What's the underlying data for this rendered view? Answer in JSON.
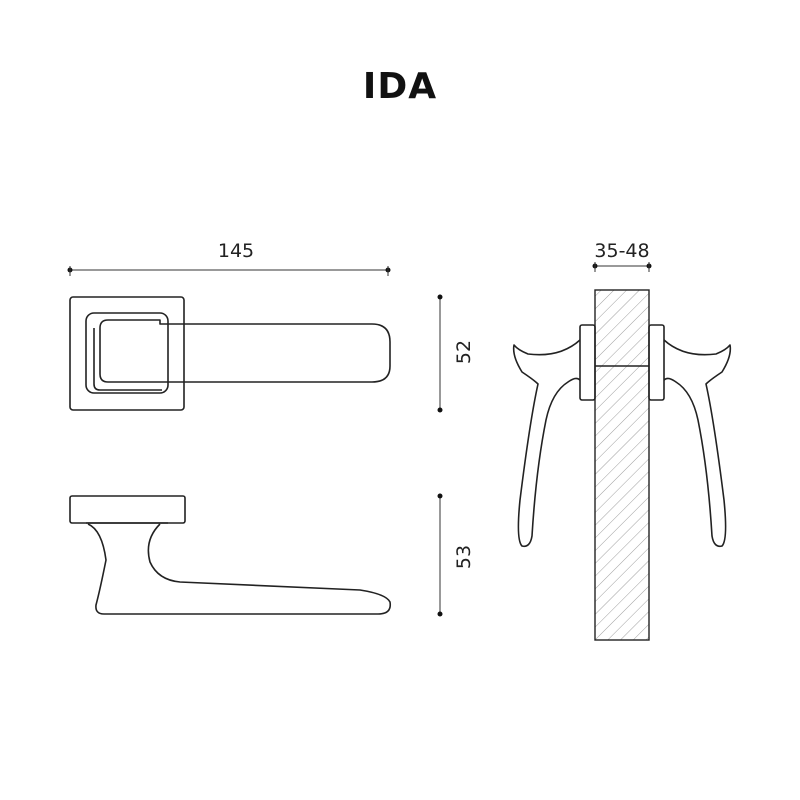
{
  "title": "IDA",
  "dimensions": {
    "width": "145",
    "rose_height": "52",
    "handle_height": "53",
    "door_thickness": "35-48"
  }
}
